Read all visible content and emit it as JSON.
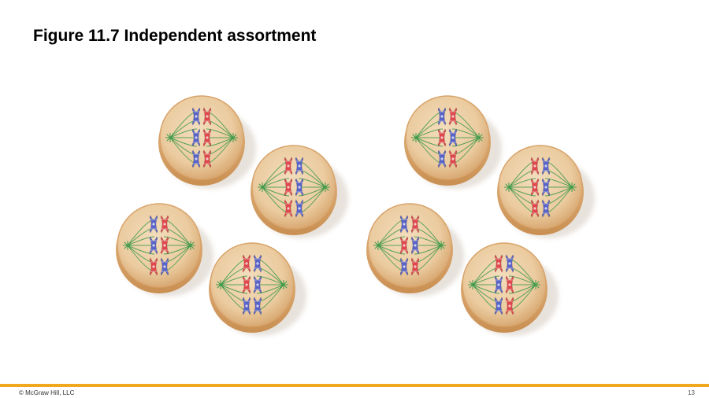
{
  "slide": {
    "title": "Figure 11.7 Independent assortment",
    "copyright": "© McGraw Hill, LLC",
    "page_number": "13"
  },
  "colors": {
    "accent_rule": "#F2A81D",
    "chromosome_red": "#E0484C",
    "chromosome_blue": "#5A64C8",
    "spindle_green": "#3E9A4A",
    "cell_interior": "#E9C9A0",
    "cell_rim": "#D8A36A"
  },
  "figure": {
    "groups": [
      {
        "cells": [
          {
            "orientation": "left-right",
            "pairs": [
              "blue-red",
              "blue-red",
              "blue-red"
            ]
          },
          {
            "orientation": "left-right",
            "pairs": [
              "red-blue",
              "red-blue",
              "red-blue"
            ]
          },
          {
            "orientation": "left-right",
            "pairs": [
              "blue-red",
              "blue-red",
              "red-blue"
            ]
          },
          {
            "orientation": "left-right",
            "pairs": [
              "red-blue",
              "red-blue",
              "blue-blue"
            ]
          }
        ]
      },
      {
        "cells": [
          {
            "orientation": "left-right",
            "pairs": [
              "blue-red",
              "red-blue",
              "blue-red"
            ]
          },
          {
            "orientation": "left-right",
            "pairs": [
              "red-blue",
              "red-blue",
              "red-blue"
            ]
          },
          {
            "orientation": "left-right",
            "pairs": [
              "blue-red",
              "red-blue",
              "blue-red"
            ]
          },
          {
            "orientation": "left-right",
            "pairs": [
              "red-blue",
              "blue-red",
              "blue-red"
            ]
          }
        ]
      }
    ]
  }
}
